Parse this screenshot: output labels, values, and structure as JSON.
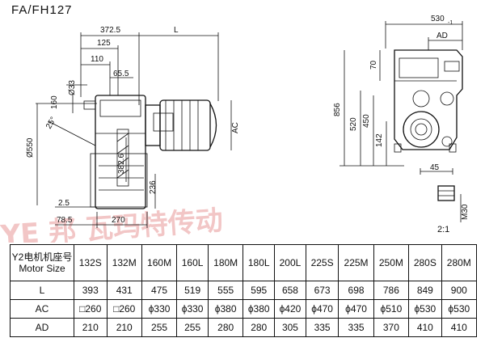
{
  "title": "FA/FH127",
  "watermark": "YE 邦 瓦玛特传动",
  "drawing": {
    "left_view": {
      "dims": [
        "372.5",
        "L",
        "125",
        "110",
        "65.5",
        "Ø33",
        "160",
        "25°",
        "Ø550",
        "382.6",
        "236",
        "2.5",
        "78.5",
        "270",
        "AC"
      ]
    },
    "right_view": {
      "dims": [
        "530-1",
        "AD",
        "70",
        "856",
        "520",
        "450",
        "142",
        "45",
        "M30"
      ]
    },
    "scale": "2:1"
  },
  "table": {
    "header_label_1": "Y2电机机座号",
    "header_label_2": "Motor Size",
    "motor_sizes": [
      "132S",
      "132M",
      "160M",
      "160L",
      "180M",
      "180L",
      "200L",
      "225S",
      "225M",
      "250M",
      "280S",
      "280M"
    ],
    "rows": [
      {
        "label": "L",
        "values": [
          "393",
          "431",
          "475",
          "519",
          "555",
          "595",
          "658",
          "673",
          "698",
          "786",
          "849",
          "900"
        ]
      },
      {
        "label": "AC",
        "values": [
          "□260",
          "□260",
          "ϕ330",
          "ϕ330",
          "ϕ380",
          "ϕ380",
          "ϕ420",
          "ϕ470",
          "ϕ470",
          "ϕ510",
          "ϕ530",
          "ϕ530"
        ]
      },
      {
        "label": "AD",
        "values": [
          "210",
          "210",
          "255",
          "255",
          "280",
          "280",
          "305",
          "335",
          "335",
          "370",
          "410",
          "410"
        ]
      }
    ]
  }
}
